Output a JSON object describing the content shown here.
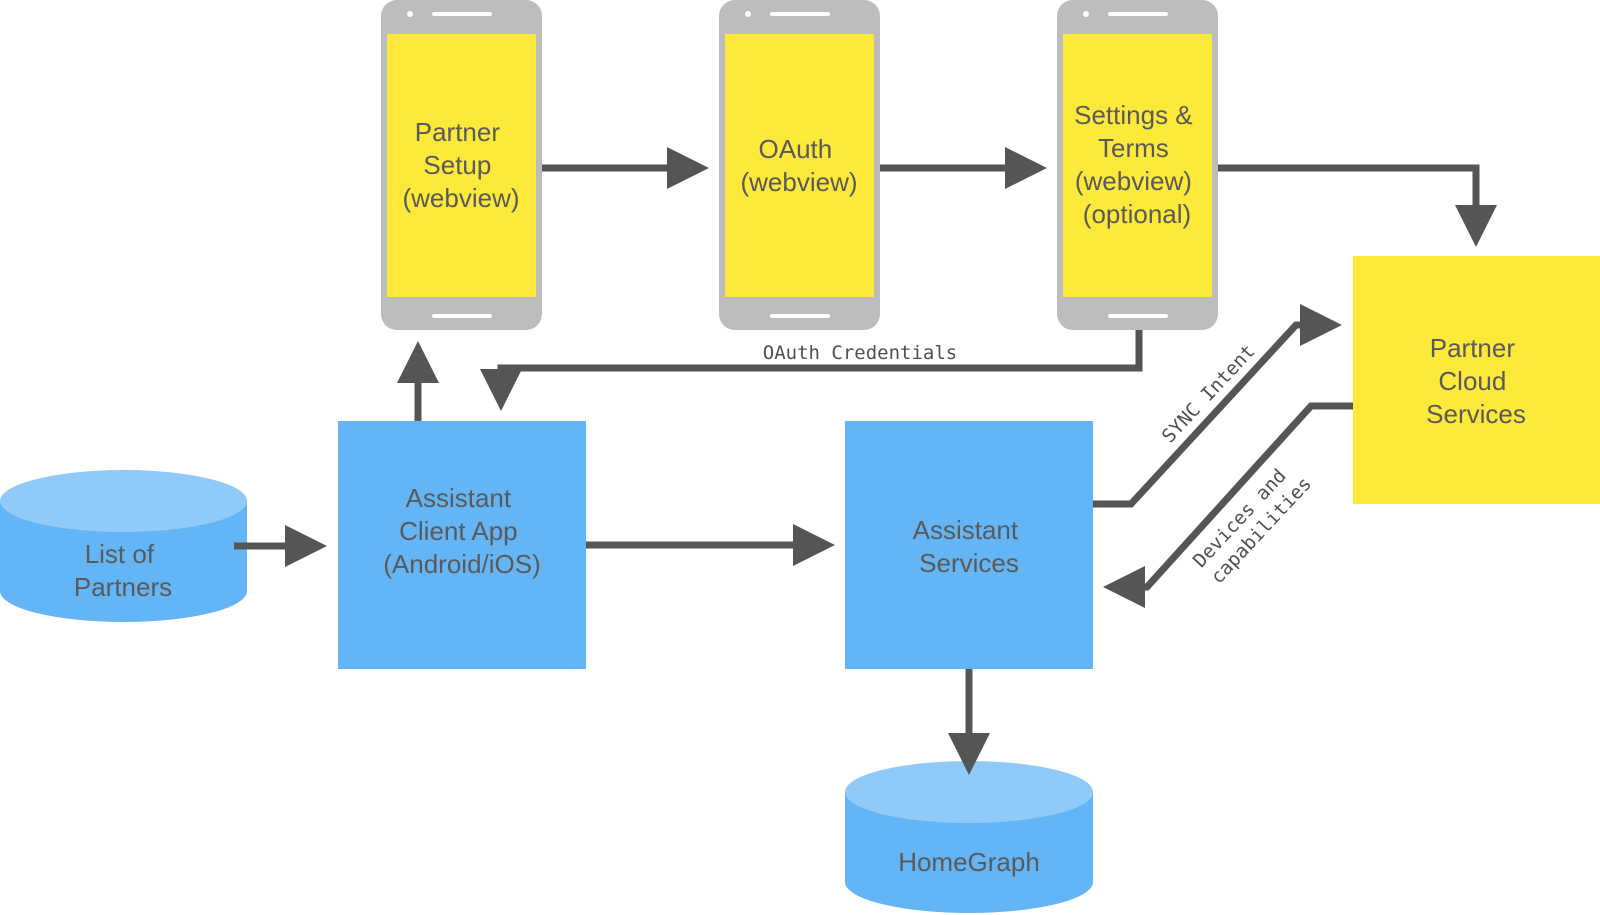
{
  "colors": {
    "yellow": "#FDE93A",
    "blue": "#64B5F6",
    "blue_light": "#90CAF9",
    "phone_frame": "#BDBDBD",
    "arrow": "#555555",
    "text": "#5a5a5a"
  },
  "phones": [
    {
      "id": "partner-setup",
      "lines": [
        "Partner",
        "Setup",
        "(webview)"
      ]
    },
    {
      "id": "oauth",
      "lines": [
        "OAuth",
        "(webview)"
      ]
    },
    {
      "id": "settings-terms",
      "lines": [
        "Settings &",
        "Terms",
        "(webview)",
        "(optional)"
      ]
    }
  ],
  "boxes": {
    "client_app": [
      "Assistant",
      "Client App",
      "(Android/iOS)"
    ],
    "assistant_services": [
      "Assistant",
      "Services"
    ],
    "partner_cloud": [
      "Partner",
      "Cloud",
      "Services"
    ]
  },
  "databases": {
    "list_of_partners": [
      "List of",
      "Partners"
    ],
    "homegraph": [
      "HomeGraph"
    ]
  },
  "edge_labels": {
    "oauth_credentials": "OAuth Credentials",
    "sync_intent": "SYNC Intent",
    "devices_line1": "Devices and",
    "devices_line2": "capabilities"
  }
}
